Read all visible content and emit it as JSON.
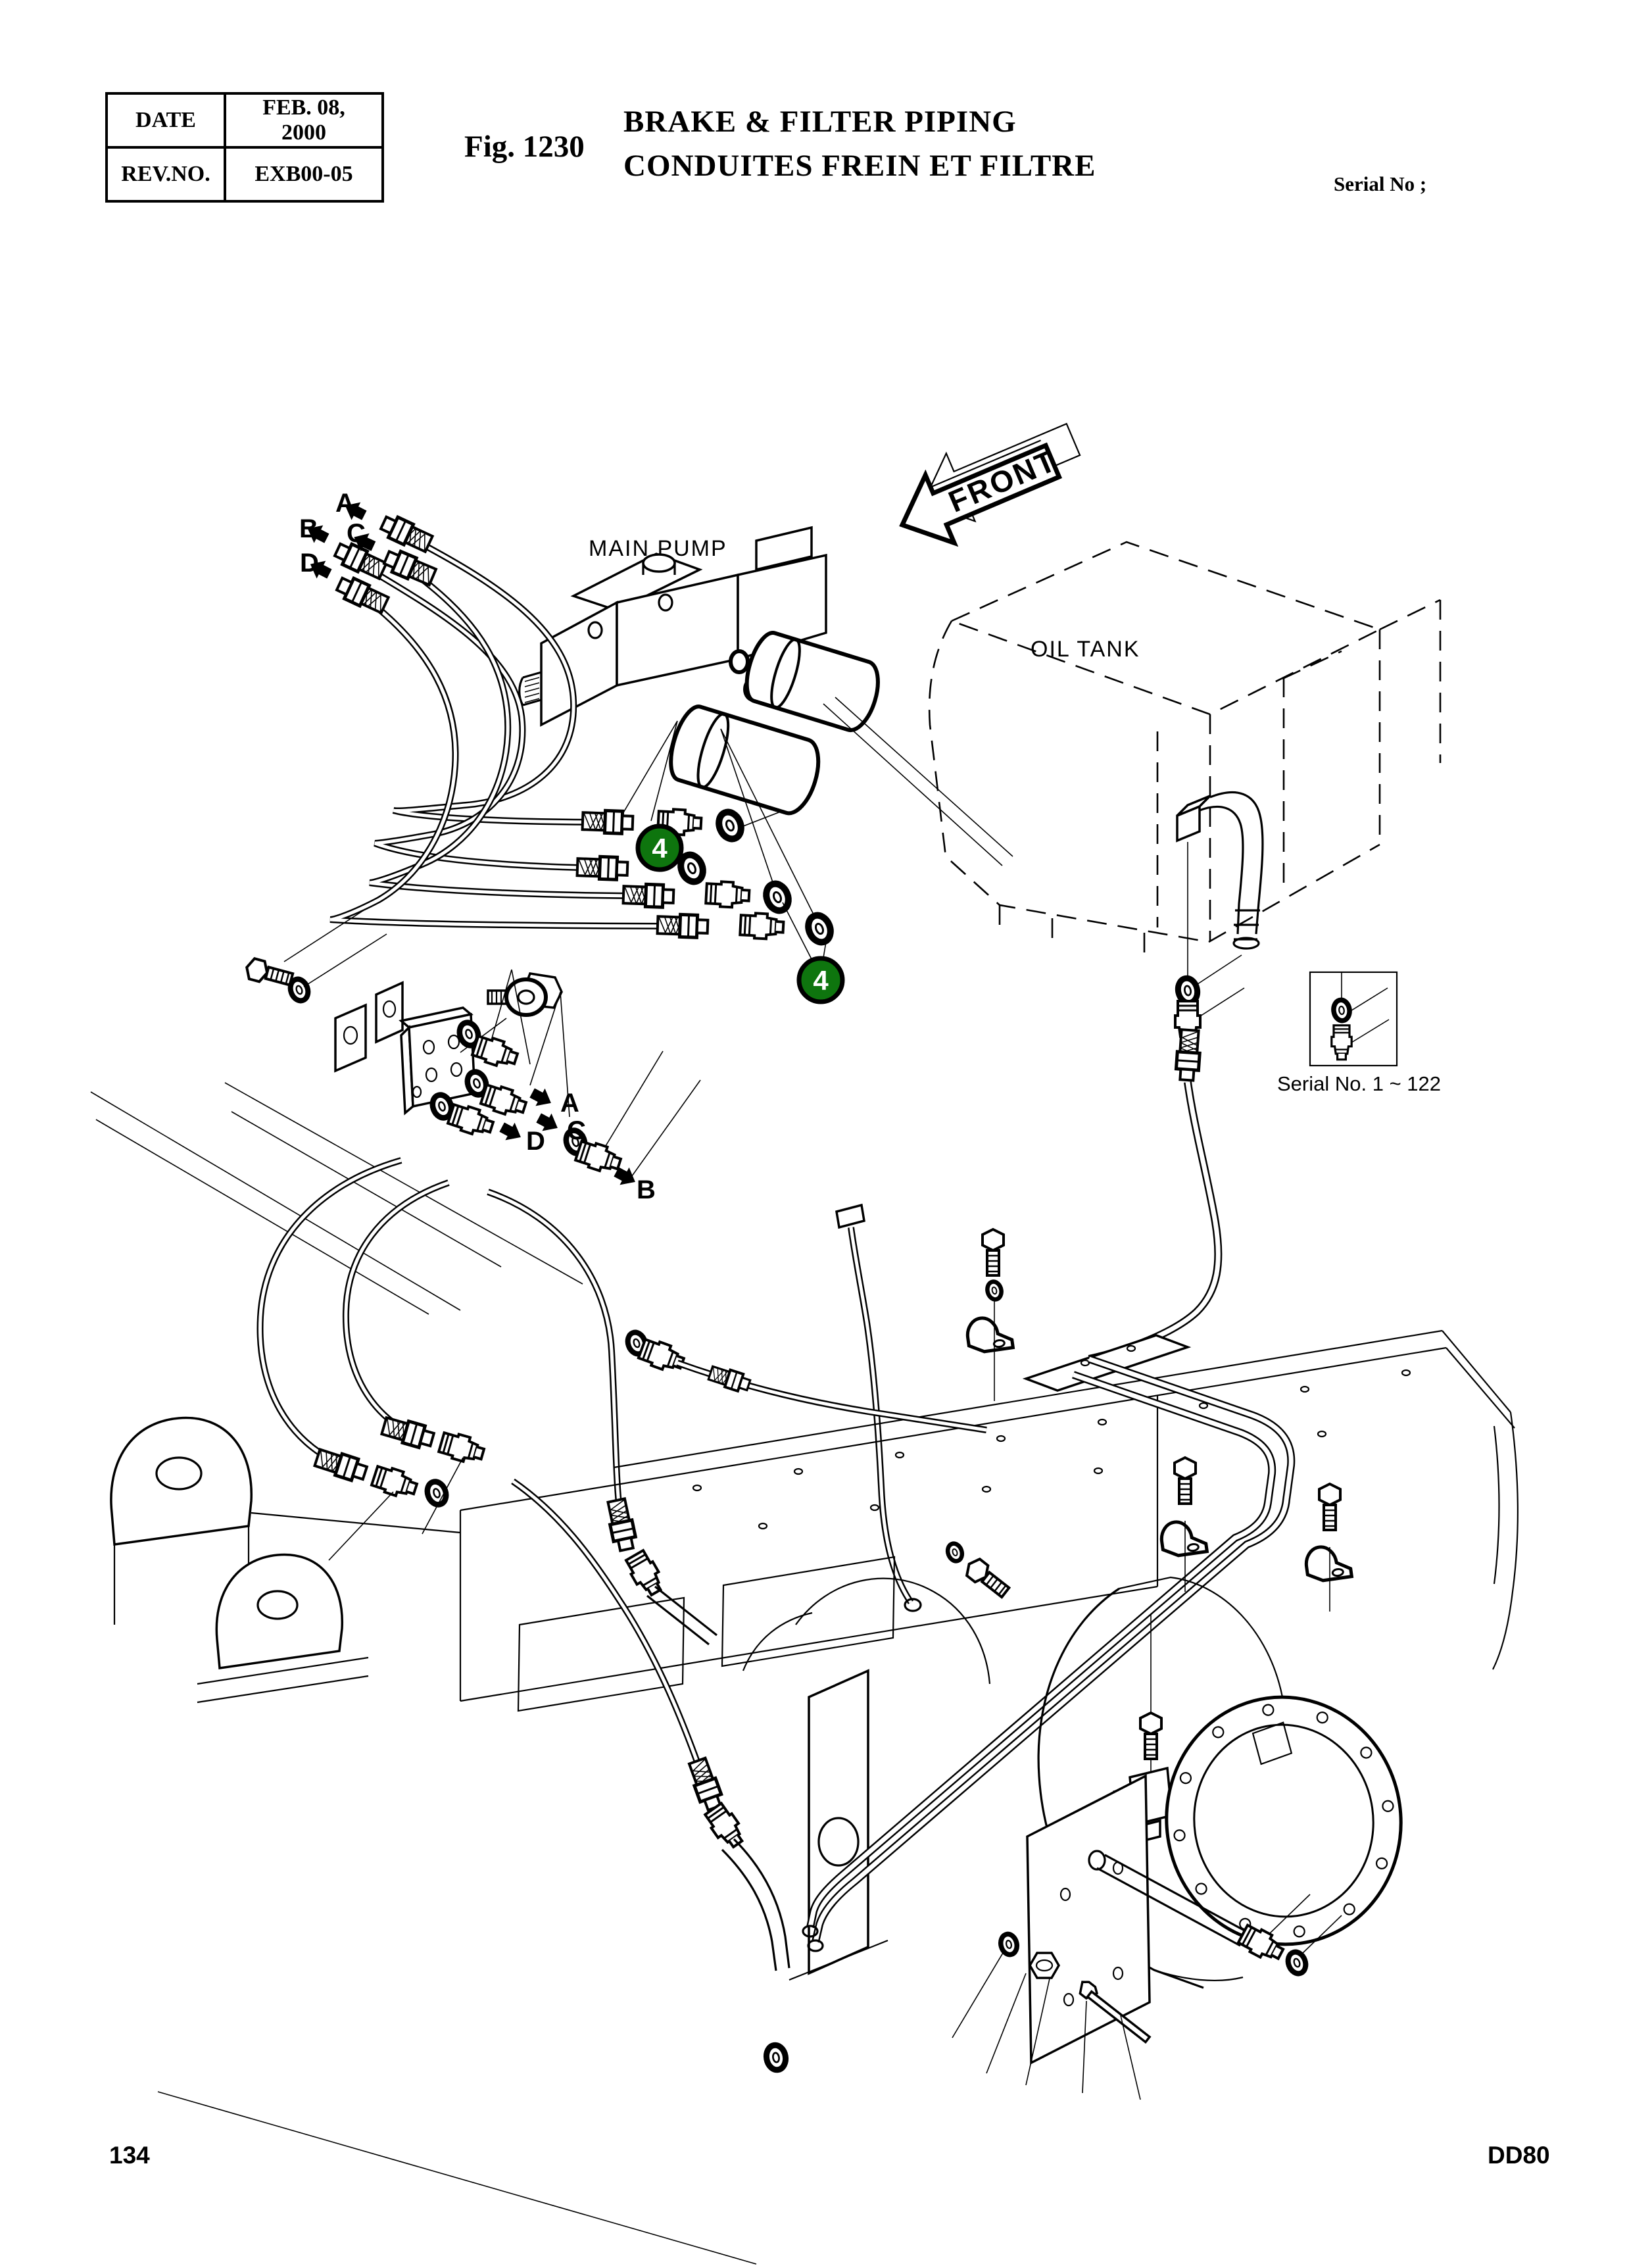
{
  "header": {
    "info_table": {
      "rows": [
        {
          "label": "DATE",
          "value": "FEB. 08, 2000"
        },
        {
          "label": "REV.NO.",
          "value": "EXB00-05"
        }
      ]
    },
    "figure_label": "Fig. 1230",
    "title_line1": "BRAKE & FILTER PIPING",
    "title_line2": "CONDUITES FREIN ET FILTRE",
    "serial_label": "Serial No ;"
  },
  "diagram": {
    "front_label": "FRONT",
    "main_pump_label": "MAIN PUMP",
    "oil_tank_label": "OIL TANK",
    "serial_range_label": "Serial No. 1 ~ 122",
    "pump_port_labels": [
      "A",
      "B",
      "C",
      "D"
    ],
    "block_port_labels": [
      "A",
      "C",
      "D",
      "B"
    ],
    "callouts": [
      {
        "number": "4"
      },
      {
        "number": "4"
      }
    ],
    "callout_color": "#0e750e"
  },
  "footer": {
    "page_number": "134",
    "doc_code": "DD80"
  }
}
